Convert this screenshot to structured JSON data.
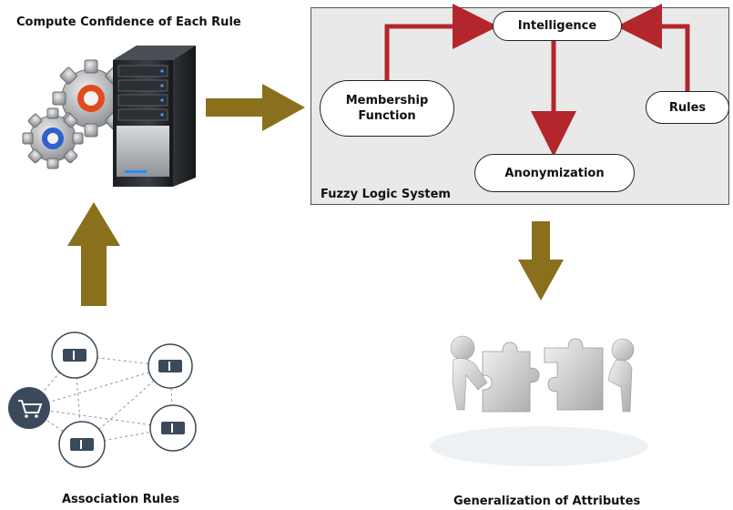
{
  "labels": {
    "compute_title": "Compute Confidence of Each Rule",
    "association_rules": "Association Rules",
    "generalization": "Generalization of Attributes",
    "fuzzy_system": "Fuzzy Logic System"
  },
  "nodes": {
    "intelligence": "Intelligence",
    "membership_line1": "Membership",
    "membership_line2": "Function",
    "rules": "Rules",
    "anonymization": "Anonymization"
  },
  "colors": {
    "big_arrow": "#8a6f1c",
    "red_arrow": "#b3262c",
    "fuzzy_bg": "#e9e9e9",
    "node_dark": "#3b4a5a"
  },
  "icons": [
    "server-icon",
    "gear-icon",
    "shopping-cart-icon",
    "network-node-icon",
    "puzzle-figures-icon"
  ]
}
